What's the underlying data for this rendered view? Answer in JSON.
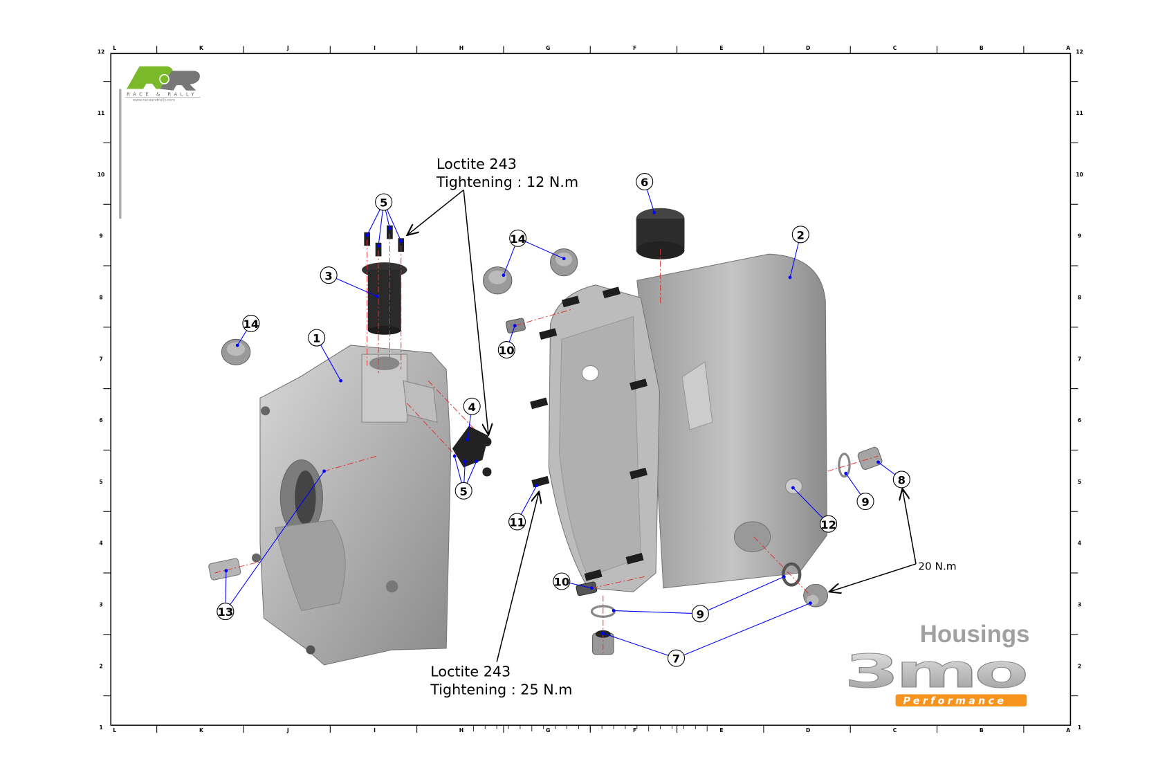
{
  "frame": {
    "columns": [
      "L",
      "K",
      "J",
      "I",
      "H",
      "G",
      "F",
      "E",
      "D",
      "C",
      "B",
      "A"
    ],
    "rows": [
      "12",
      "11",
      "10",
      "9",
      "8",
      "7",
      "6",
      "5",
      "4",
      "3",
      "2",
      "1"
    ]
  },
  "logo_rr": {
    "mark": "R&R",
    "name": "RACE & RALLY",
    "url": "www.raceandrally.com",
    "green": "#7ab929",
    "gray": "#777777"
  },
  "annotations": {
    "top": {
      "line1": "Loctite 243",
      "line2": "Tightening : 12 N.m"
    },
    "bottom": {
      "line1": "Loctite 243",
      "line2": "Tightening : 25 N.m"
    },
    "torque_right": "20 N.m"
  },
  "callouts": [
    "5",
    "3",
    "14",
    "1",
    "4",
    "5",
    "13",
    "14",
    "6",
    "2",
    "10",
    "11",
    "10",
    "9",
    "7",
    "12",
    "9",
    "8"
  ],
  "title": "Housings",
  "logo_3mo": {
    "mark": "3mo",
    "sub": "Performance",
    "orange": "#f7941d"
  },
  "colors": {
    "leader": "#0000ff",
    "axis": "#e03030",
    "part": "#a8a8a8"
  }
}
